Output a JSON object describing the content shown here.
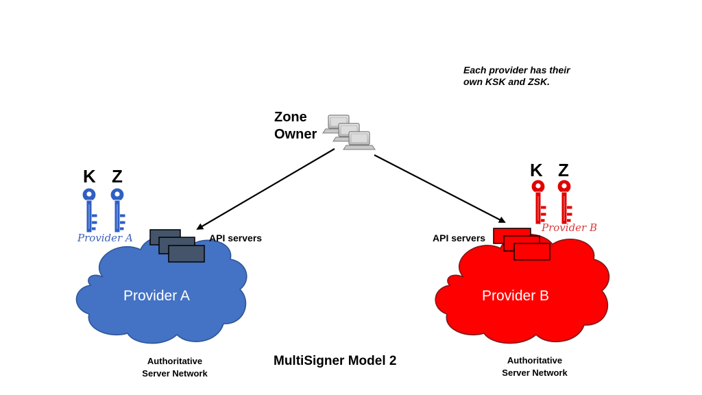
{
  "note": {
    "line1": "Each provider has their",
    "line2": "own KSK and ZSK."
  },
  "zone_owner": {
    "line1": "Zone",
    "line2": "Owner",
    "icon": "computers-icon"
  },
  "provider_a": {
    "cloud_label": "Provider A",
    "api_label": "API servers",
    "key_letters": [
      "K",
      "Z"
    ],
    "script_label": "Provider A",
    "network_line1": "Authoritative",
    "network_line2": "Server Network",
    "cloud_color": "#4472c4",
    "server_color": "#44546a",
    "key_color": "#2f5fc4"
  },
  "provider_b": {
    "cloud_label": "Provider B",
    "api_label": "API servers",
    "key_letters": [
      "K",
      "Z"
    ],
    "script_label": "Provider B",
    "network_line1": "Authoritative",
    "network_line2": "Server Network",
    "cloud_color": "#ff0000",
    "server_color": "#ff0000",
    "key_color": "#e00000"
  },
  "title": "MultiSigner Model 2"
}
